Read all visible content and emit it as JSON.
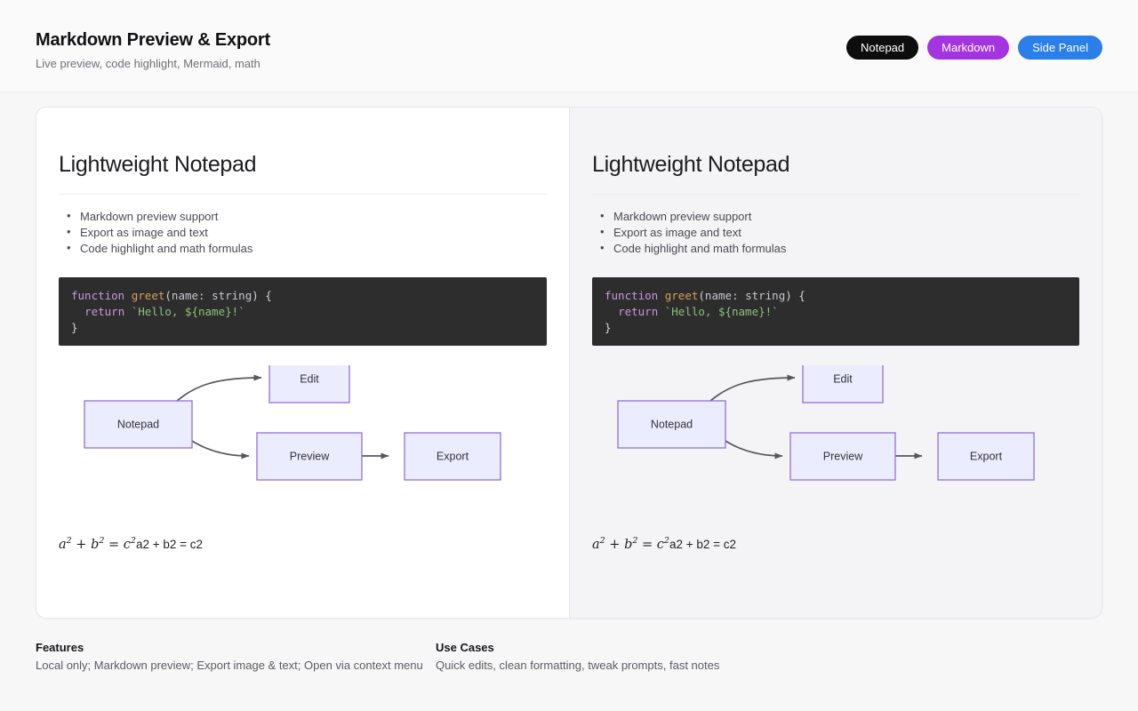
{
  "header": {
    "title": "Markdown Preview & Export",
    "subtitle": "Live preview, code highlight, Mermaid, math",
    "buttons": [
      {
        "label": "Notepad",
        "color": "#0d0d0d"
      },
      {
        "label": "Markdown",
        "color": "#a433e0"
      },
      {
        "label": "Side Panel",
        "color": "#2a7fe8"
      }
    ]
  },
  "document": {
    "title": "Lightweight Notepad",
    "bullets": [
      "Markdown preview support",
      "Export as image and text",
      "Code highlight and math formulas"
    ],
    "code": {
      "language": "typescript",
      "line1_kw": "function",
      "line1_fn": "greet",
      "line1_open": "(",
      "line1_params": "name: string",
      "line1_close": ") {",
      "line2_kw": "return",
      "line2_str": "`Hello, ${name}!`",
      "line3": "}"
    },
    "diagram": {
      "type": "flowchart",
      "nodes": [
        {
          "id": "notepad",
          "label": "Notepad"
        },
        {
          "id": "edit",
          "label": "Edit"
        },
        {
          "id": "preview",
          "label": "Preview"
        },
        {
          "id": "export",
          "label": "Export"
        }
      ],
      "edges": [
        {
          "from": "notepad",
          "to": "edit"
        },
        {
          "from": "notepad",
          "to": "preview"
        },
        {
          "from": "preview",
          "to": "export"
        }
      ],
      "node_fill": "#ececff",
      "node_stroke": "#9370db",
      "edge_color": "#57575f"
    },
    "math": {
      "rendered_base_a": "a",
      "rendered_sup_a": "2",
      "rendered_plus": " + ",
      "rendered_base_b": "b",
      "rendered_sup_b": "2",
      "rendered_eq": " = ",
      "rendered_base_c": "c",
      "rendered_sup_c": "2",
      "raw_tail": "a2 + b2 = c2"
    }
  },
  "panels": {
    "left_name": "editor-preview",
    "right_name": "side-panel-preview"
  },
  "footer": {
    "columns": [
      {
        "title": "Features",
        "text": "Local only; Markdown preview; Export image & text; Open via context menu"
      },
      {
        "title": "Use Cases",
        "text": "Quick edits, clean formatting, tweak prompts, fast notes"
      }
    ]
  }
}
